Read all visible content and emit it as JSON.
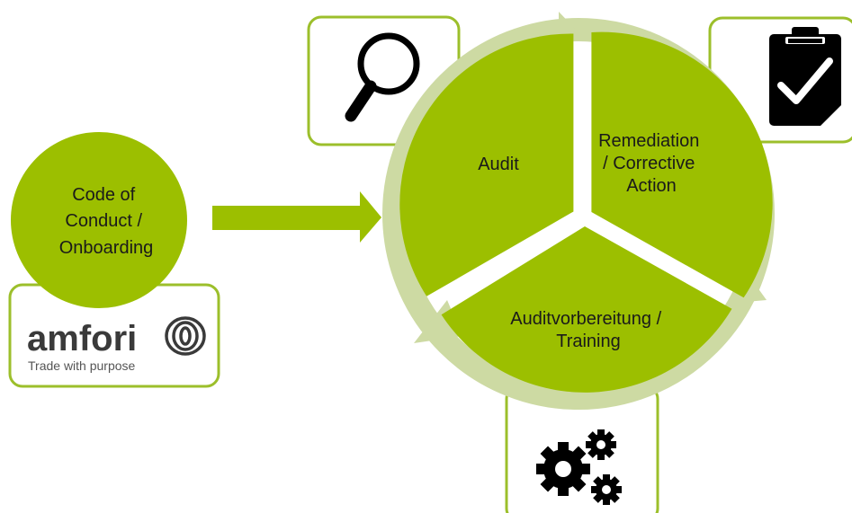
{
  "diagram": {
    "start": {
      "label_lines": [
        "Code of",
        "Conduct /",
        "Onboarding"
      ]
    },
    "cycle": [
      {
        "label_lines": [
          "Audit"
        ],
        "icon": "magnifier-icon"
      },
      {
        "label_lines": [
          "Remediation",
          "/ Corrective",
          "Action"
        ],
        "icon": "clipboard-check-icon"
      },
      {
        "label_lines": [
          "Auditvorbereitung /",
          "Training"
        ],
        "icon": "gears-icon"
      }
    ],
    "logo": {
      "word": "amfori",
      "tagline": "Trade with purpose"
    }
  },
  "colors": {
    "green": "#9cbf00",
    "light_green": "#cddaa3",
    "box_border": "#9cbf2b",
    "text": "#1a1a1a"
  }
}
